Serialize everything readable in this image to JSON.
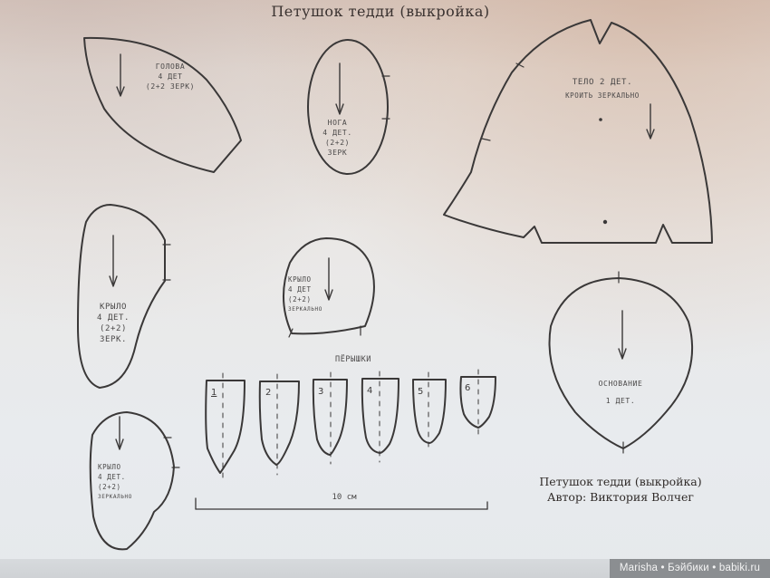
{
  "document": {
    "title": "Петушок тедди (выкройка)",
    "caption": {
      "line1": "Петушок тедди (выкройка)",
      "line2": "Автор: Виктория Волчег"
    },
    "watermark": "Marisha • Бэйбики • babiki.ru",
    "colors": {
      "ink": "#3a3838",
      "paper_top": "#d9c9c0",
      "paper_bottom": "#e6e9ec",
      "watermark_bg": "#8b8e91"
    }
  },
  "pieces": {
    "head": {
      "lines": [
        "голова",
        "4 дет",
        "(2+2 зерк)"
      ]
    },
    "leg": {
      "lines": [
        "нога",
        "4 дет.",
        "(2+2)",
        "зерк"
      ]
    },
    "body": {
      "lines": [
        "тело 2 дет.",
        "кроить зеркально"
      ]
    },
    "wing_large": {
      "lines": [
        "крыло",
        "4 дет.",
        "(2+2)",
        "зерк."
      ]
    },
    "wing_small": {
      "lines": [
        "крыло",
        "4 дет",
        "(2+2)",
        "зеркально"
      ]
    },
    "wing_bottom": {
      "lines": [
        "крыло",
        "4 дет.",
        "(2+2)",
        "зеркально"
      ]
    },
    "base": {
      "lines": [
        "основание",
        "1 дет."
      ]
    }
  },
  "feathers": {
    "heading": "пёрышки",
    "items": [
      {
        "number": "1"
      },
      {
        "number": "2"
      },
      {
        "number": "3"
      },
      {
        "number": "4"
      },
      {
        "number": "5"
      },
      {
        "number": "6"
      }
    ]
  },
  "scale": {
    "label": "10 см"
  }
}
